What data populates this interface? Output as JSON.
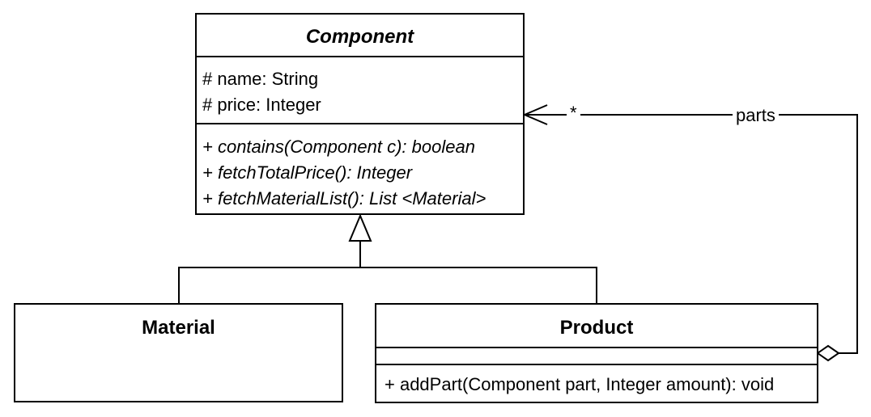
{
  "component": {
    "name": "Component",
    "attributes": [
      "# name: String",
      "# price: Integer"
    ],
    "operations": [
      "+ contains(Component c): boolean",
      "+ fetchTotalPrice(): Integer",
      "+ fetchMaterialList(): List <Material>"
    ]
  },
  "material": {
    "name": "Material"
  },
  "product": {
    "name": "Product",
    "operations": [
      "+ addPart(Component part, Integer amount): void"
    ]
  },
  "association": {
    "role": "parts",
    "multiplicity": "*"
  }
}
